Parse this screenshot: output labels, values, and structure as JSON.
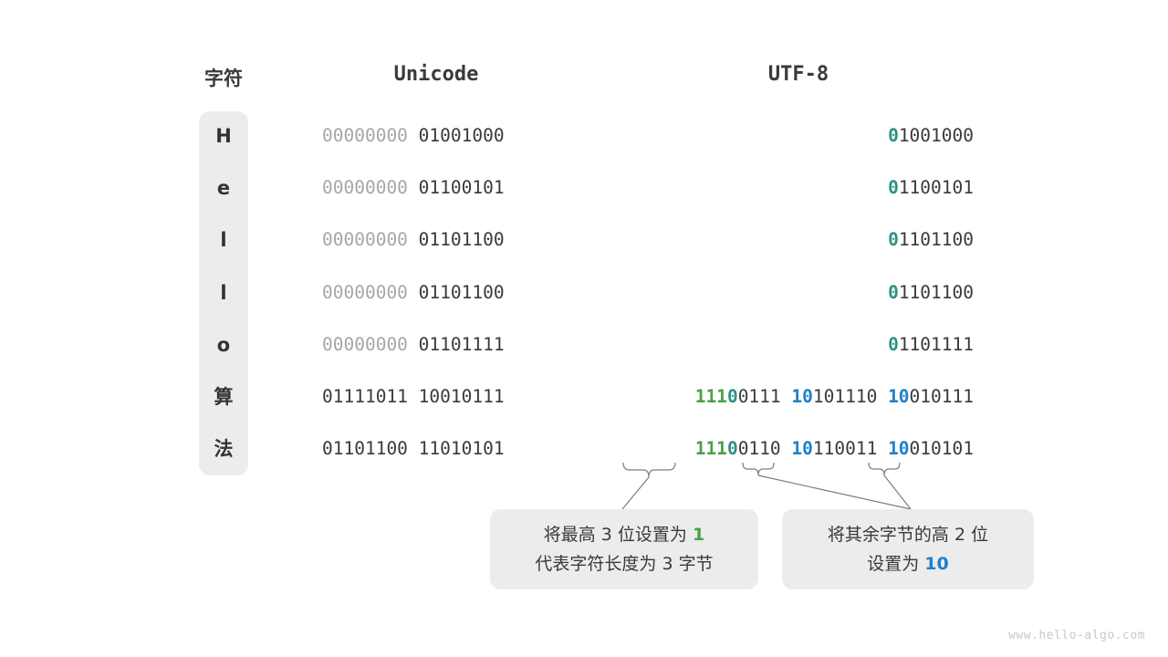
{
  "headers": {
    "char": "字符",
    "unicode": "Unicode",
    "utf8": "UTF-8"
  },
  "rows": [
    {
      "char": "H",
      "unicode_high": "00000000",
      "unicode_low": "01001000",
      "utf8_parts": [
        {
          "text": "0",
          "color": "teal"
        },
        {
          "text": "1001000",
          "color": "dark"
        }
      ]
    },
    {
      "char": "e",
      "unicode_high": "00000000",
      "unicode_low": "01100101",
      "utf8_parts": [
        {
          "text": "0",
          "color": "teal"
        },
        {
          "text": "1100101",
          "color": "dark"
        }
      ]
    },
    {
      "char": "l",
      "unicode_high": "00000000",
      "unicode_low": "01101100",
      "utf8_parts": [
        {
          "text": "0",
          "color": "teal"
        },
        {
          "text": "1101100",
          "color": "dark"
        }
      ]
    },
    {
      "char": "l",
      "unicode_high": "00000000",
      "unicode_low": "01101100",
      "utf8_parts": [
        {
          "text": "0",
          "color": "teal"
        },
        {
          "text": "1101100",
          "color": "dark"
        }
      ]
    },
    {
      "char": "o",
      "unicode_high": "00000000",
      "unicode_low": "01101111",
      "utf8_parts": [
        {
          "text": "0",
          "color": "teal"
        },
        {
          "text": "1101111",
          "color": "dark"
        }
      ]
    },
    {
      "char": "算",
      "unicode_high": "01111011",
      "unicode_low": "10010111",
      "unicode_high_dim": false,
      "utf8_parts": [
        {
          "text": "111",
          "color": "green"
        },
        {
          "text": "0",
          "color": "teal"
        },
        {
          "text": "0111 ",
          "color": "dark"
        },
        {
          "text": "10",
          "color": "blue"
        },
        {
          "text": "101110 ",
          "color": "dark"
        },
        {
          "text": "10",
          "color": "blue"
        },
        {
          "text": "010111",
          "color": "dark"
        }
      ]
    },
    {
      "char": "法",
      "unicode_high": "01101100",
      "unicode_low": "11010101",
      "unicode_high_dim": false,
      "utf8_parts": [
        {
          "text": "111",
          "color": "green"
        },
        {
          "text": "0",
          "color": "teal"
        },
        {
          "text": "0110 ",
          "color": "dark"
        },
        {
          "text": "10",
          "color": "blue"
        },
        {
          "text": "110011 ",
          "color": "dark"
        },
        {
          "text": "10",
          "color": "blue"
        },
        {
          "text": "010101",
          "color": "dark"
        }
      ]
    }
  ],
  "callouts": {
    "left": {
      "line1_pre": "将最高 3 位设置为 ",
      "line1_hl": "1",
      "line2": "代表字符长度为 3 字节"
    },
    "right": {
      "line1": "将其余字节的高 2 位",
      "line2_pre": "设置为 ",
      "line2_hl": "10"
    }
  },
  "watermark": "www.hello-algo.com",
  "colors": {
    "green": "#4a9f4a",
    "teal": "#2e9182",
    "blue": "#1e80c8",
    "dark": "#3a3a3a",
    "dim": "#a6a6a6",
    "capsule": "#ececec"
  }
}
